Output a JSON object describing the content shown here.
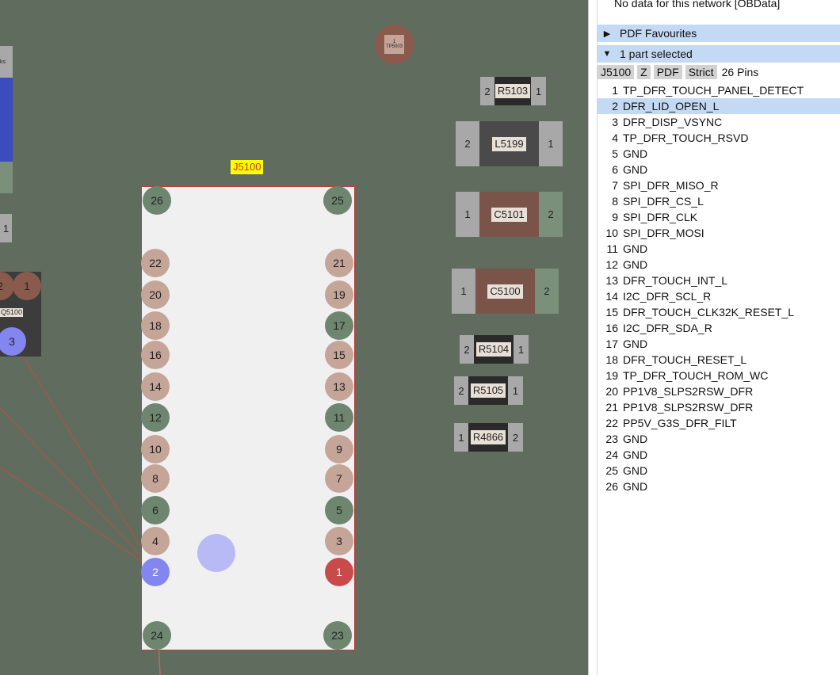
{
  "board": {
    "connector_label": "J5100",
    "test_point_label": "TP5003",
    "test_point_pin": "1",
    "left_edge_text": "ks",
    "q_label": "Q5100",
    "q_pins": [
      "2",
      "1",
      "3"
    ],
    "edge_pin_1": "1",
    "connector_pins": {
      "p26": "26",
      "p25": "25",
      "p22": "22",
      "p21": "21",
      "p20": "20",
      "p19": "19",
      "p18": "18",
      "p17": "17",
      "p16": "16",
      "p15": "15",
      "p14": "14",
      "p13": "13",
      "p12": "12",
      "p11": "11",
      "p10": "10",
      "p9": "9",
      "p8": "8",
      "p7": "7",
      "p6": "6",
      "p5": "5",
      "p4": "4",
      "p3": "3",
      "p2": "2",
      "p1": "1",
      "p24": "24",
      "p23": "23"
    },
    "components": {
      "r5103": {
        "label": "R5103",
        "left": "2",
        "right": "1"
      },
      "l5199": {
        "label": "L5199",
        "left": "2",
        "right": "1"
      },
      "c5101": {
        "label": "C5101",
        "left": "1",
        "right": "2"
      },
      "c5100": {
        "label": "C5100",
        "left": "1",
        "right": "2"
      },
      "r5104": {
        "label": "R5104",
        "left": "2",
        "right": "1"
      },
      "r5105": {
        "label": "R5105",
        "left": "2",
        "right": "1"
      },
      "r4866": {
        "label": "R4866",
        "left": "1",
        "right": "2"
      }
    }
  },
  "panel": {
    "no_data_text": "No data for this network [OBData]",
    "pdf_favourites": "PDF Favourites",
    "parts_selected": "1 part selected",
    "toolbar": {
      "part": "J5100",
      "z": "Z",
      "pdf": "PDF",
      "strict": "Strict",
      "pins": "26 Pins"
    },
    "pins": [
      {
        "n": "1",
        "name": "TP_DFR_TOUCH_PANEL_DETECT"
      },
      {
        "n": "2",
        "name": "DFR_LID_OPEN_L"
      },
      {
        "n": "3",
        "name": "DFR_DISP_VSYNC"
      },
      {
        "n": "4",
        "name": "TP_DFR_TOUCH_RSVD"
      },
      {
        "n": "5",
        "name": "GND"
      },
      {
        "n": "6",
        "name": "GND"
      },
      {
        "n": "7",
        "name": "SPI_DFR_MISO_R"
      },
      {
        "n": "8",
        "name": "SPI_DFR_CS_L"
      },
      {
        "n": "9",
        "name": "SPI_DFR_CLK"
      },
      {
        "n": "10",
        "name": "SPI_DFR_MOSI"
      },
      {
        "n": "11",
        "name": "GND"
      },
      {
        "n": "12",
        "name": "GND"
      },
      {
        "n": "13",
        "name": "DFR_TOUCH_INT_L"
      },
      {
        "n": "14",
        "name": "I2C_DFR_SCL_R"
      },
      {
        "n": "15",
        "name": "DFR_TOUCH_CLK32K_RESET_L"
      },
      {
        "n": "16",
        "name": "I2C_DFR_SDA_R"
      },
      {
        "n": "17",
        "name": "GND"
      },
      {
        "n": "18",
        "name": "DFR_TOUCH_RESET_L"
      },
      {
        "n": "19",
        "name": "TP_DFR_TOUCH_ROM_WC"
      },
      {
        "n": "20",
        "name": "PP1V8_SLPS2RSW_DFR"
      },
      {
        "n": "21",
        "name": "PP1V8_SLPS2RSW_DFR"
      },
      {
        "n": "22",
        "name": "PP5V_G3S_DFR_FILT"
      },
      {
        "n": "23",
        "name": "GND"
      },
      {
        "n": "24",
        "name": "GND"
      },
      {
        "n": "25",
        "name": "GND"
      },
      {
        "n": "26",
        "name": "GND"
      }
    ],
    "highlight_color": "#c4daf4"
  },
  "colors": {
    "board_bg": "#5f6c5e",
    "signal_pin": "#c4a598",
    "ground_pin": "#6e8670",
    "selected_pin": "#8486f0",
    "pin_one": "#c84a4a"
  }
}
